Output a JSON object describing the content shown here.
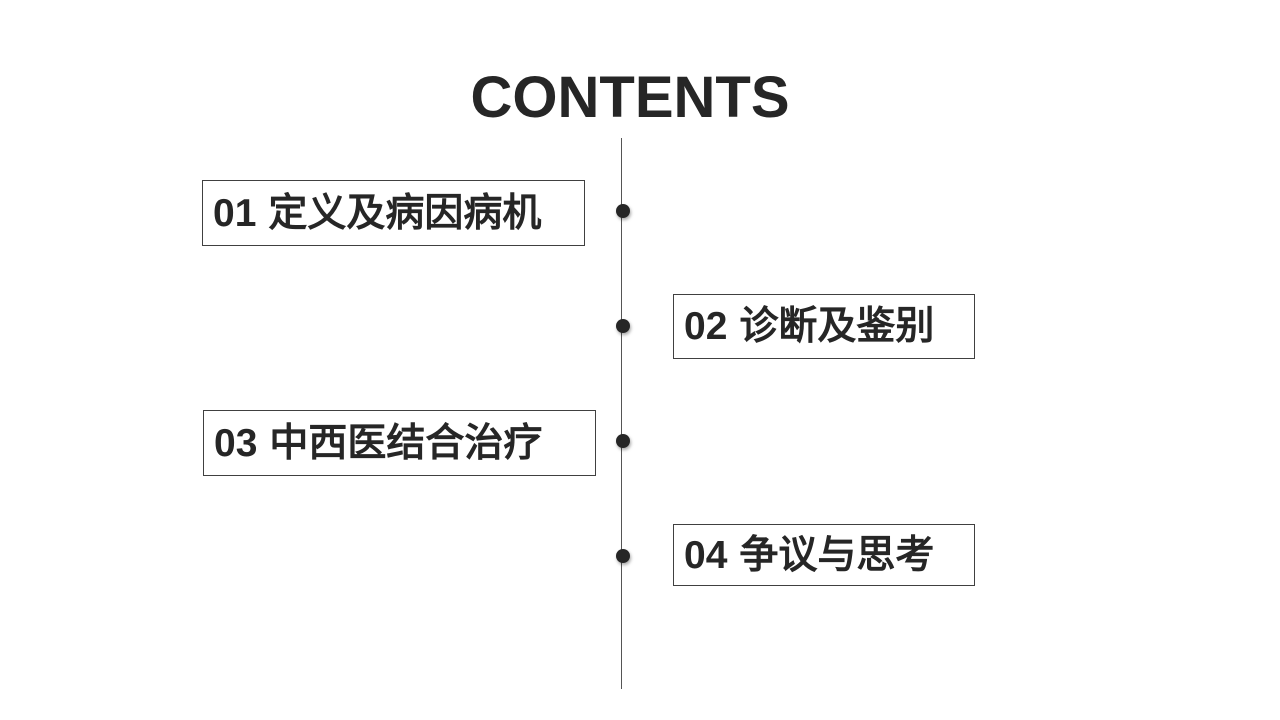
{
  "page": {
    "title": "CONTENTS"
  },
  "items": [
    {
      "number": "01",
      "label": "定义及病因病机"
    },
    {
      "number": "02",
      "label": "诊断及鉴别"
    },
    {
      "number": "03",
      "label": "中西医结合治疗"
    },
    {
      "number": "04",
      "label": "争议与思考"
    }
  ],
  "colors": {
    "text": "#262626",
    "line": "#555555",
    "dot": "#262626",
    "border": "#404040"
  }
}
